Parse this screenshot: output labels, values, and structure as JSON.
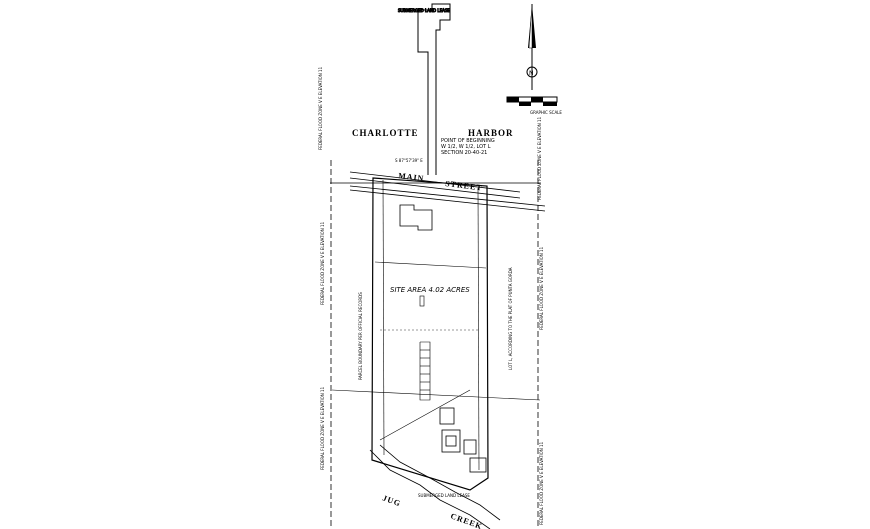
{
  "north_arrow": {
    "symbol": "N"
  },
  "scale_bar": {
    "caption": "GRAPHIC SCALE"
  },
  "water": {
    "name_left": "CHARLOTTE",
    "name_right": "HARBOR"
  },
  "point_of_beginning": {
    "line1": "POINT OF BEGINNING",
    "line2": "W 1/2, W 1/2, LOT L",
    "line3": "SECTION 20-40-21"
  },
  "street": {
    "name_left": "MAIN",
    "name_right": "STREET"
  },
  "site": {
    "area_label": "SITE AREA 4.02 ACRES"
  },
  "creek": {
    "name_left": "JUG",
    "name_right": "CREEK"
  },
  "top_annotation": "SUBMERGED LAND LEASE",
  "bottom_annotation": "SUBMERGED LAND LEASE",
  "bearing_top": "S 87°57'39\" E",
  "zone_left": "FEDERAL FLOOD ZONE V E ELEVATION 11",
  "zone_right": "FEDERAL FLOOD ZONE V E ELEVATION 11",
  "left_side_note": "PARCEL BOUNDARY PER OFFICIAL RECORDS",
  "right_side_note": "LOT L, ACCORDING TO THE PLAT OF PUNTA GORDA"
}
